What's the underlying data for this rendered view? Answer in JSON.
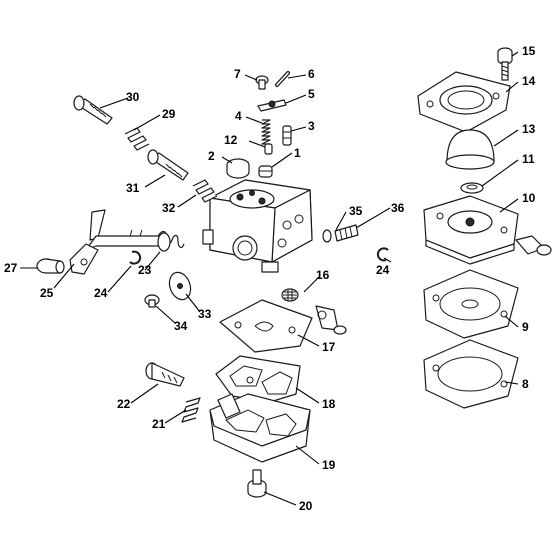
{
  "callouts": [
    {
      "id": "c1",
      "text": "1"
    },
    {
      "id": "c2",
      "text": "2"
    },
    {
      "id": "c3",
      "text": "3"
    },
    {
      "id": "c4",
      "text": "4"
    },
    {
      "id": "c5",
      "text": "5"
    },
    {
      "id": "c6",
      "text": "6"
    },
    {
      "id": "c7",
      "text": "7"
    },
    {
      "id": "c8",
      "text": "8"
    },
    {
      "id": "c9",
      "text": "9"
    },
    {
      "id": "c10",
      "text": "10"
    },
    {
      "id": "c11",
      "text": "11"
    },
    {
      "id": "c12",
      "text": "12"
    },
    {
      "id": "c13",
      "text": "13"
    },
    {
      "id": "c14",
      "text": "14"
    },
    {
      "id": "c15",
      "text": "15"
    },
    {
      "id": "c16",
      "text": "16"
    },
    {
      "id": "c17",
      "text": "17"
    },
    {
      "id": "c18",
      "text": "18"
    },
    {
      "id": "c19",
      "text": "19"
    },
    {
      "id": "c20",
      "text": "20"
    },
    {
      "id": "c21",
      "text": "21"
    },
    {
      "id": "c22",
      "text": "22"
    },
    {
      "id": "c23",
      "text": "23"
    },
    {
      "id": "c24a",
      "text": "24"
    },
    {
      "id": "c24b",
      "text": "24"
    },
    {
      "id": "c25",
      "text": "25"
    },
    {
      "id": "c27",
      "text": "27"
    },
    {
      "id": "c29",
      "text": "29"
    },
    {
      "id": "c30",
      "text": "30"
    },
    {
      "id": "c31",
      "text": "31"
    },
    {
      "id": "c32",
      "text": "32"
    },
    {
      "id": "c33",
      "text": "33"
    },
    {
      "id": "c34",
      "text": "34"
    },
    {
      "id": "c35",
      "text": "35"
    },
    {
      "id": "c36",
      "text": "36"
    }
  ]
}
